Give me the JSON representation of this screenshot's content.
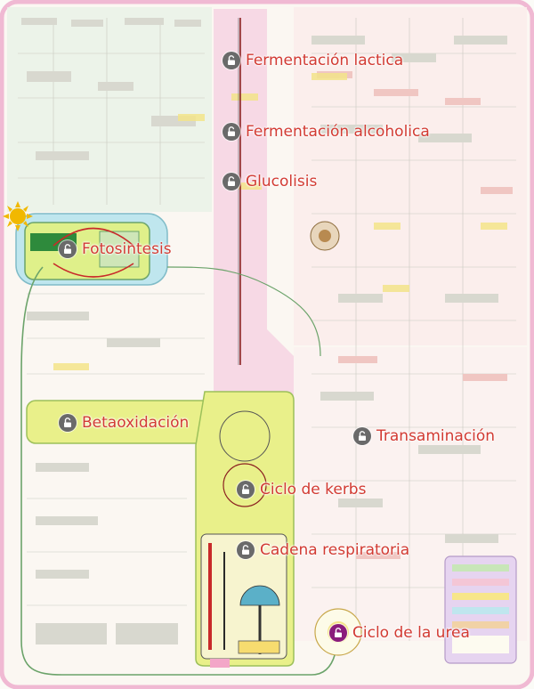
{
  "colors": {
    "label": "#d23a32",
    "icon_bg": "#6a6a6a",
    "icon_bg_active": "#8a1c7c",
    "region_yellow": "#e9f08a",
    "region_pink": "#f4b8d4",
    "region_cyan": "#bfe6ee",
    "region_green": "#6ba36a"
  },
  "hotspots": [
    {
      "id": "fermentacion-lactica",
      "label": "Fermentación lactica",
      "icon": "lock-open-icon"
    },
    {
      "id": "fermentacion-alcoholica",
      "label": "Fermentación alcoholica",
      "icon": "lock-open-icon"
    },
    {
      "id": "glucolisis",
      "label": "Glucolisis",
      "icon": "lock-open-icon"
    },
    {
      "id": "fotosintesis",
      "label": "Fotosintesis",
      "icon": "lock-open-icon"
    },
    {
      "id": "betaoxidacion",
      "label": "Betaoxidación",
      "icon": "lock-open-icon"
    },
    {
      "id": "transaminacion",
      "label": "Transaminación",
      "icon": "lock-open-icon"
    },
    {
      "id": "ciclo-de-kerbs",
      "label": "Ciclo de kerbs",
      "icon": "lock-open-icon"
    },
    {
      "id": "cadena-respiratoria",
      "label": "Cadena respiratoria",
      "icon": "lock-open-icon"
    },
    {
      "id": "ciclo-de-la-urea",
      "label": "Ciclo de la urea",
      "icon": "lock-open-icon",
      "active": true
    }
  ]
}
